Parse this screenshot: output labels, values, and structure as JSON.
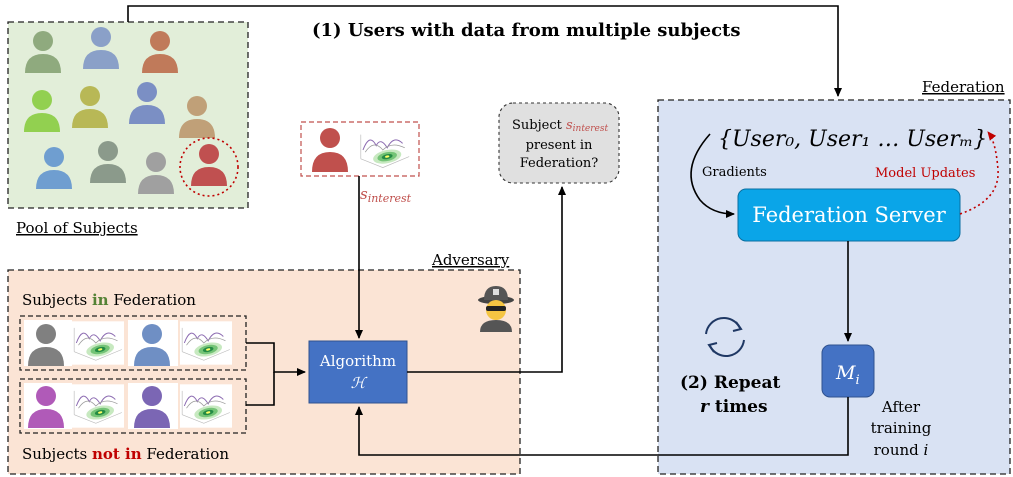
{
  "title": "(1) Users with data from multiple subjects",
  "pool": {
    "label": "Pool of Subjects"
  },
  "interest": {
    "label_base": "s",
    "label_sub": "interest"
  },
  "adversary": {
    "label": "Adversary",
    "in_prefix": "Subjects ",
    "in_word": "in",
    "in_suffix": " Federation",
    "notin_prefix": "Subjects ",
    "notin_word": "not in",
    "notin_suffix": " Federation"
  },
  "algorithm": {
    "line1": "Algorithm",
    "line2": "ℋ"
  },
  "question": {
    "line1": "Subject ",
    "line1_sub": "s",
    "line1_subsub": "interest",
    "line2": "present in",
    "line3": "Federation?"
  },
  "federation": {
    "label": "Federation",
    "users": "{User₀, User₁ … Userₘ}",
    "gradients": "Gradients",
    "model_updates": "Model Updates",
    "server": "Federation Server",
    "model": "M",
    "model_sub": "i",
    "after1": "After",
    "after2": "training",
    "after3": "round ",
    "after3_var": "i"
  },
  "repeat": {
    "line1": "(2) Repeat",
    "line2_var": "r",
    "line2": " times"
  },
  "colors": {
    "pool_bg": "#e2eed9",
    "adversary_bg": "#fbe4d5",
    "federation_bg": "#d9e2f3",
    "server": "#0aa5e8",
    "algorithm": "#4472c4",
    "model": "#4472c4",
    "in_green": "#548235",
    "notin_red": "#c00000",
    "interest_red": "#c0504d"
  },
  "people": [
    {
      "color": "#8faa7e"
    },
    {
      "color": "#8aa0c8"
    },
    {
      "color": "#c07a5a"
    },
    {
      "color": "#92d050"
    },
    {
      "color": "#b8b856"
    },
    {
      "color": "#7b8fc4"
    },
    {
      "color": "#c0a078"
    },
    {
      "color": "#6f9ed0"
    },
    {
      "color": "#8b9a8b"
    },
    {
      "color": "#a0a0a0"
    },
    {
      "color": "#c05050"
    }
  ]
}
